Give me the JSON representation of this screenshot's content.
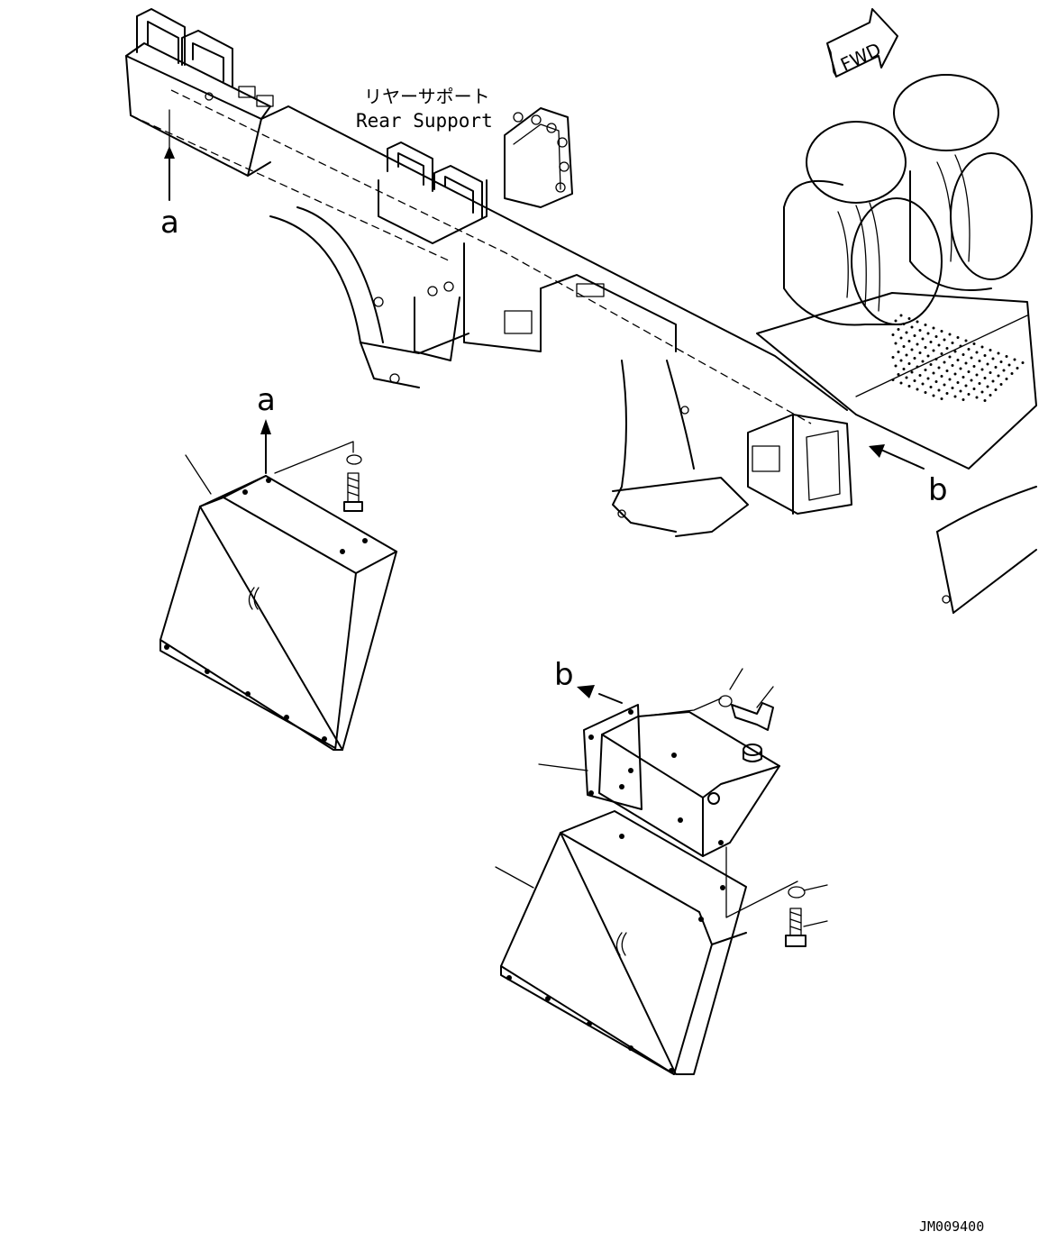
{
  "labels": {
    "rear_support_jp": "リヤーサポート",
    "rear_support_en": "Rear Support",
    "fwd": "FWD",
    "ref_a": "a",
    "ref_b": "b",
    "drawing_id": "JM009400"
  }
}
